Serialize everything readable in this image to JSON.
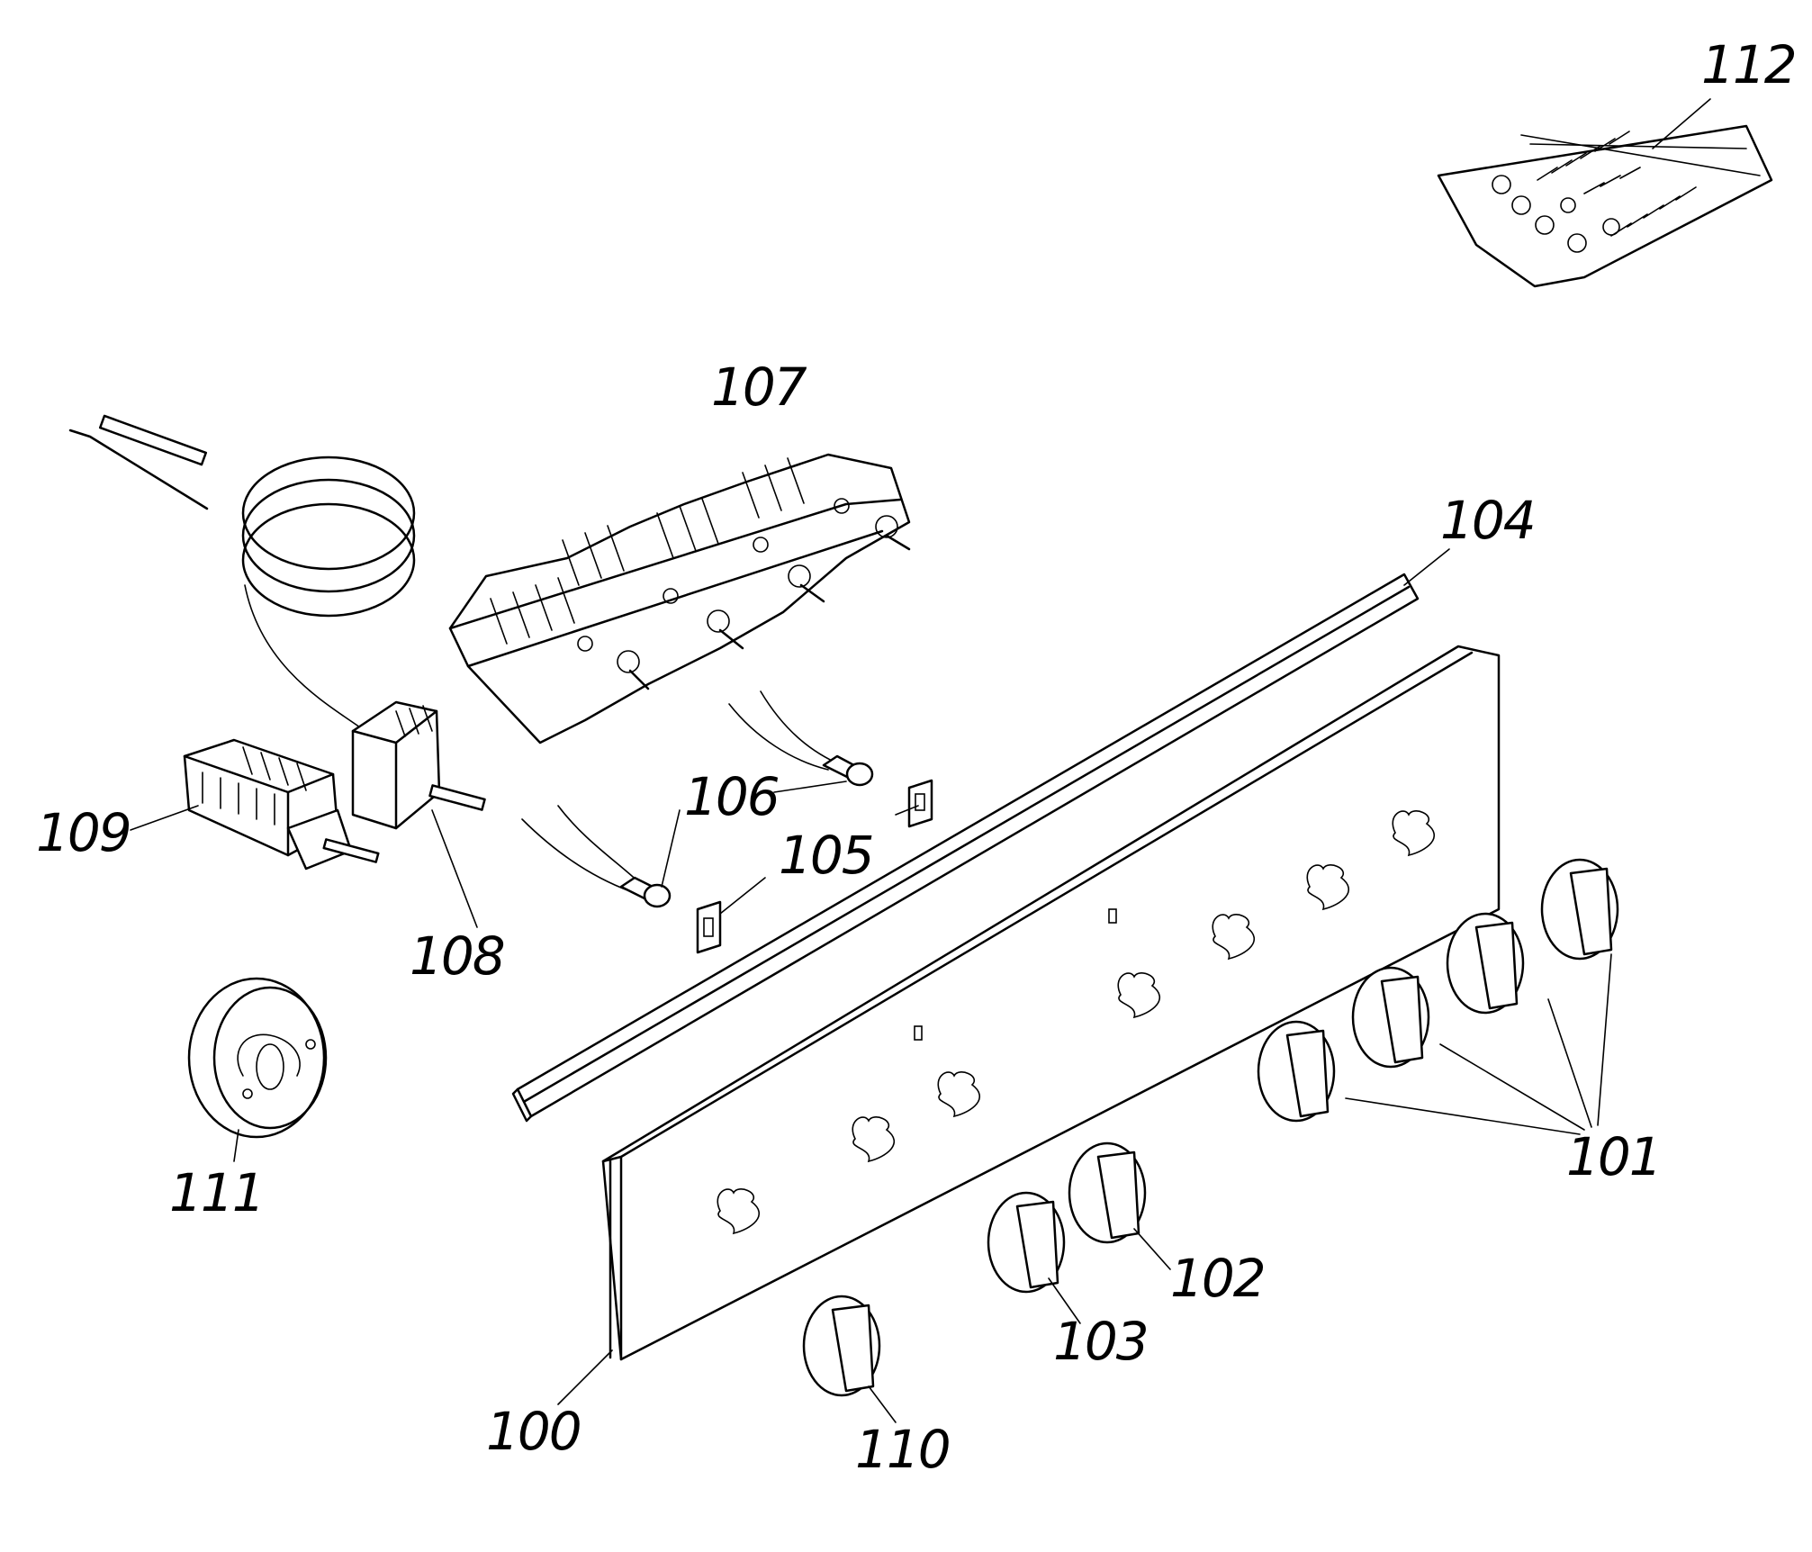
{
  "labels": {
    "l100": "100",
    "l101": "101",
    "l102": "102",
    "l103": "103",
    "l104": "104",
    "l105": "105",
    "l106": "106",
    "l107": "107",
    "l108": "108",
    "l109": "109",
    "l110": "110",
    "l111": "111",
    "l112": "112"
  }
}
